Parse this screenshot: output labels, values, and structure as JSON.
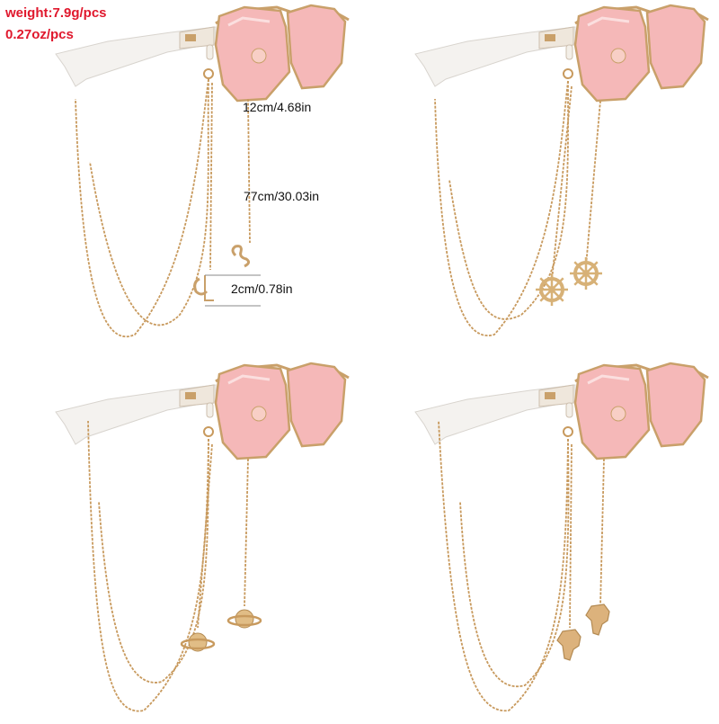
{
  "specs": {
    "weight_g": "weight:7.9g/pcs",
    "weight_oz": "0.27oz/pcs"
  },
  "dimensions": {
    "chain_top": "12cm/4.68in",
    "chain_length": "77cm/30.03in",
    "charm_size": "2cm/0.78in"
  },
  "colors": {
    "lens": "#f5b8b8",
    "lens_edge": "#e9a2a2",
    "frame_gold": "#c9a06a",
    "temple_white": "#f4f2ef",
    "chain_gold": "#c89a5e",
    "label_red": "#e0182d"
  },
  "panels": [
    {
      "id": "letters",
      "charm": "letter-charm"
    },
    {
      "id": "wheel",
      "charm": "ship-wheel-charm"
    },
    {
      "id": "planet",
      "charm": "planet-charm"
    },
    {
      "id": "map",
      "charm": "africa-map-charm"
    }
  ]
}
